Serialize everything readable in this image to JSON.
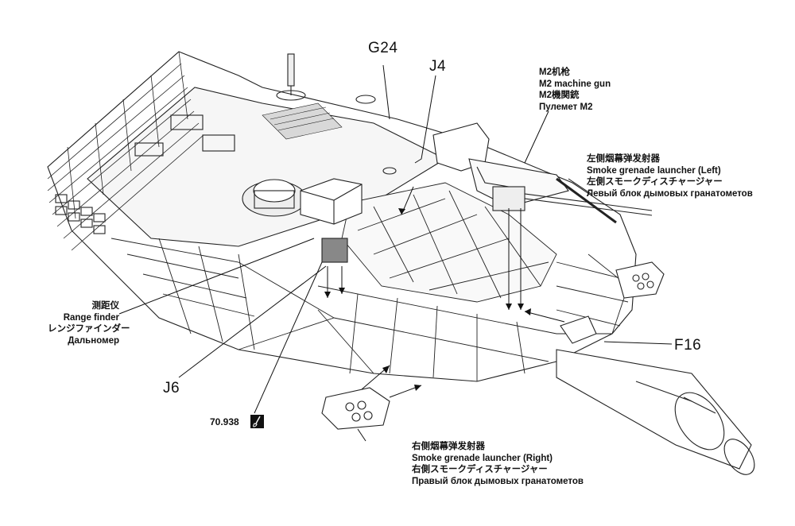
{
  "callouts": {
    "g24": "G24",
    "j4": "J4",
    "j6": "J6",
    "f16": "F16"
  },
  "m2": {
    "cn": "M2机枪",
    "en": "M2 machine gun",
    "jp": "M2機関銃",
    "ru": "Пулемет M2"
  },
  "smoke_left": {
    "cn": "左侧烟幕弹发射器",
    "en": "Smoke grenade launcher (Left)",
    "jp": "左側スモークディスチャージャー",
    "ru": "Левый блок дымовых гранатометов"
  },
  "rangefinder": {
    "cn": "测距仪",
    "en": "Range finder",
    "jp": "レンジファインダー",
    "ru": "Дальномер"
  },
  "smoke_right": {
    "cn": "右侧烟幕弹发射器",
    "en": "Smoke grenade launcher (Right)",
    "jp": "右側スモークディスチャージャー",
    "ru": "Правый блок дымовых гранатометов"
  },
  "paint": {
    "code": "70.938",
    "icon": "paintbrush-icon"
  }
}
